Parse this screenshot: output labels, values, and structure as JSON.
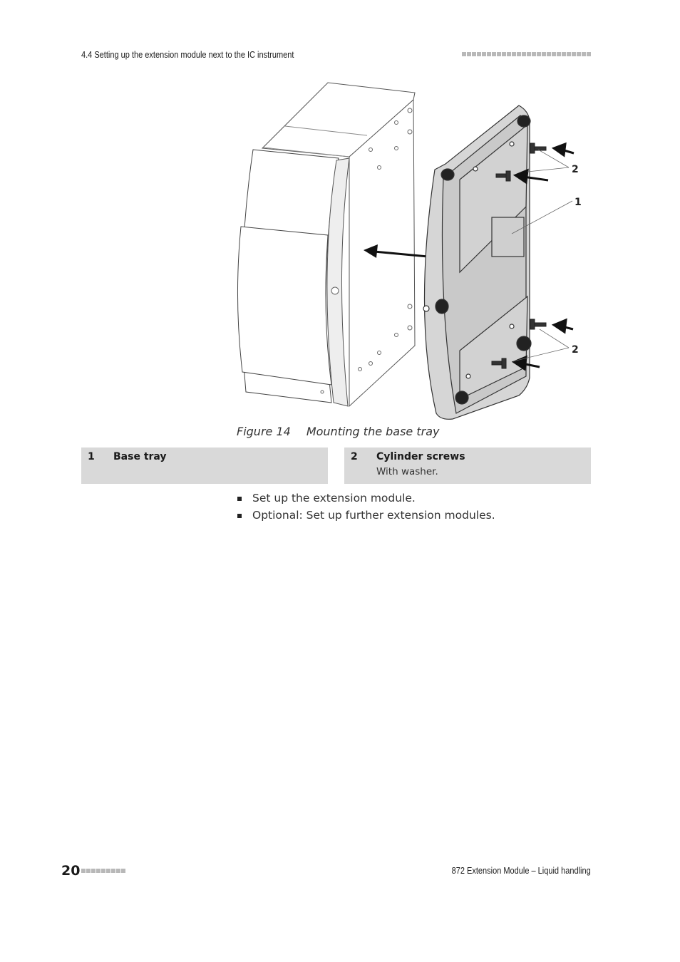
{
  "header": {
    "section": "4.4 Setting up the extension module next to the IC instrument"
  },
  "figure": {
    "label": "Figure 14",
    "caption": "Mounting the base tray",
    "callouts": [
      "2",
      "1",
      "2"
    ]
  },
  "legend": [
    {
      "number": "1",
      "title": "Base tray",
      "description": ""
    },
    {
      "number": "2",
      "title": "Cylinder screws",
      "description": "With washer."
    }
  ],
  "bullets": [
    "Set up the extension module.",
    "Optional: Set up further extension modules."
  ],
  "footer": {
    "page_number": "20",
    "title": "872 Extension Module – Liquid handling"
  },
  "colors": {
    "legend_background": "#d9d9d9",
    "decor_squares": "#b8b8b8"
  }
}
